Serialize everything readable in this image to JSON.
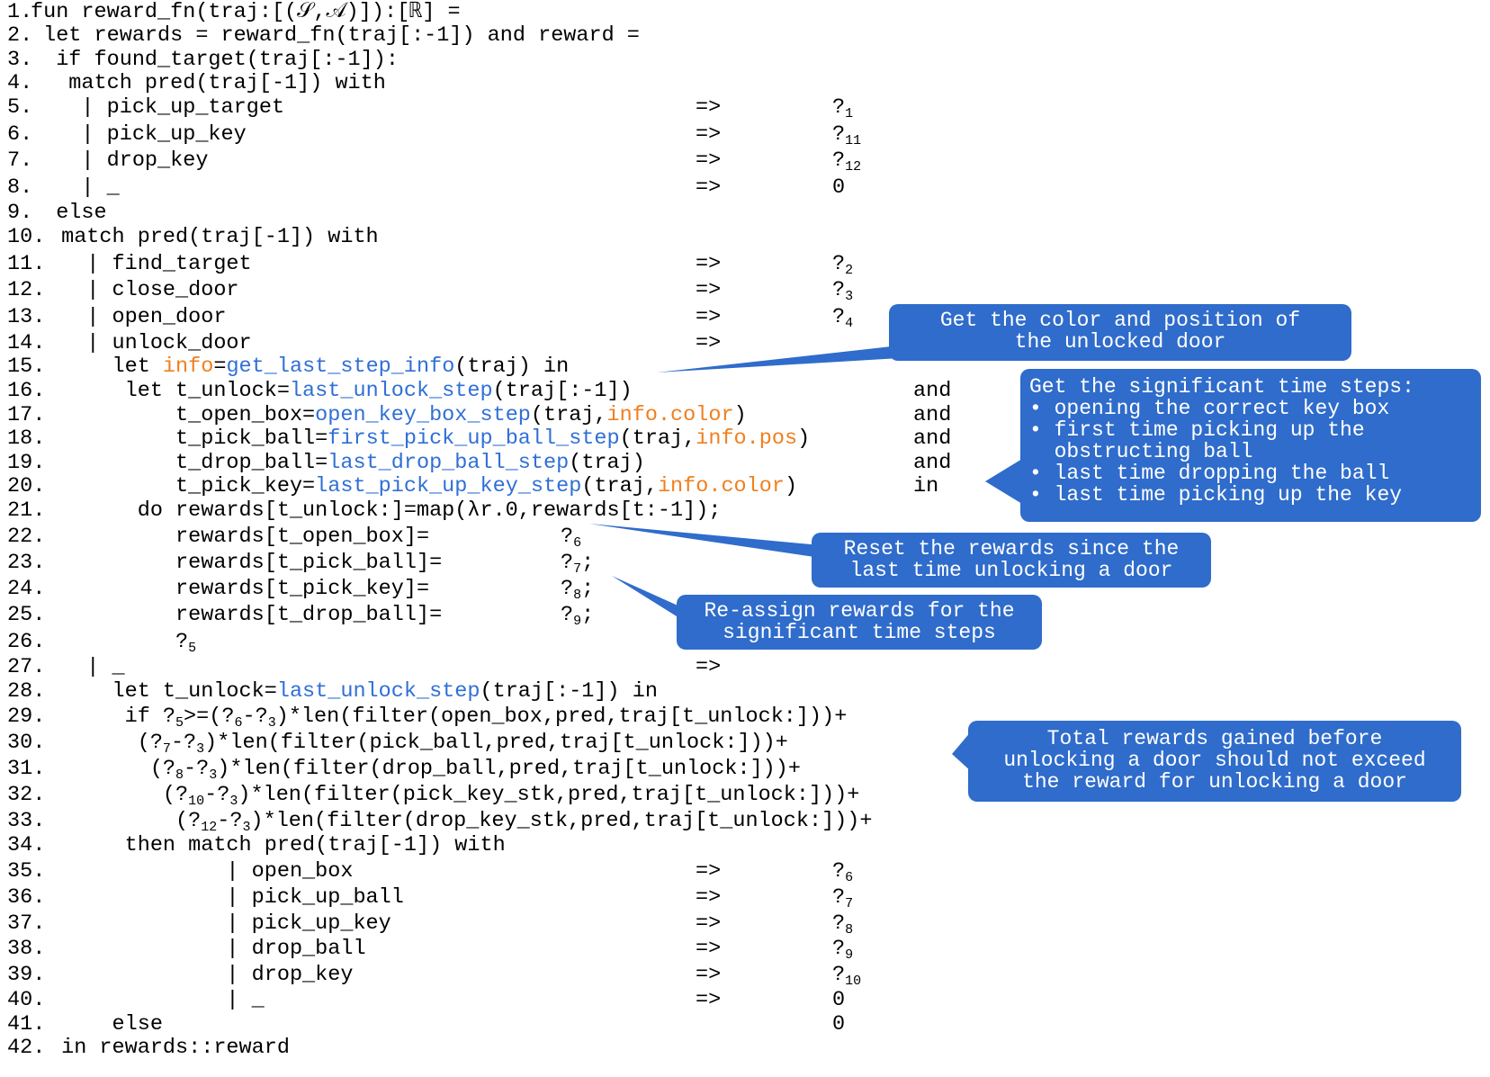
{
  "code_lines": [
    {
      "n": "1.",
      "segs": [
        {
          "t": "fun reward_fn(traj:[(𝒮,𝒜)]):[ℝ] ="
        }
      ]
    },
    {
      "n": "2.",
      "segs": [
        {
          "t": " let rewards = reward_fn(traj[:-1]) and reward ="
        }
      ]
    },
    {
      "n": "3.",
      "segs": [
        {
          "t": "  if found_target(traj[:-1]):"
        }
      ]
    },
    {
      "n": "4.",
      "segs": [
        {
          "t": "   match pred(traj[-1]) with"
        }
      ]
    },
    {
      "n": "5.",
      "segs": [
        {
          "t": "    | pick_up_target"
        }
      ],
      "arrow": "=>",
      "res": {
        "q": "?",
        "sub": "1"
      }
    },
    {
      "n": "6.",
      "segs": [
        {
          "t": "    | pick_up_key"
        }
      ],
      "arrow": "=>",
      "res": {
        "q": "?",
        "sub": "11"
      }
    },
    {
      "n": "7.",
      "segs": [
        {
          "t": "    | drop_key"
        }
      ],
      "arrow": "=>",
      "res": {
        "q": "?",
        "sub": "12"
      }
    },
    {
      "n": "8.",
      "segs": [
        {
          "t": "    | _"
        }
      ],
      "arrow": "=>",
      "res": {
        "q": "0",
        "sub": ""
      }
    },
    {
      "n": "9.",
      "segs": [
        {
          "t": "  else"
        }
      ]
    },
    {
      "n": "10.",
      "segs": [
        {
          "t": " match pred(traj[-1]) with"
        }
      ]
    },
    {
      "n": "11.",
      "segs": [
        {
          "t": "   | find_target"
        }
      ],
      "arrow": "=>",
      "res": {
        "q": "?",
        "sub": "2"
      }
    },
    {
      "n": "12.",
      "segs": [
        {
          "t": "   | close_door"
        }
      ],
      "arrow": "=>",
      "res": {
        "q": "?",
        "sub": "3"
      }
    },
    {
      "n": "13.",
      "segs": [
        {
          "t": "   | open_door"
        }
      ],
      "arrow": "=>",
      "res": {
        "q": "?",
        "sub": "4"
      }
    },
    {
      "n": "14.",
      "segs": [
        {
          "t": "   | unlock_door"
        }
      ],
      "arrow": "=>"
    },
    {
      "n": "15.",
      "segs": [
        {
          "t": "     let "
        },
        {
          "t": "info",
          "c": "or"
        },
        {
          "t": "="
        },
        {
          "t": "get_last_step_info",
          "c": "lb"
        },
        {
          "t": "(traj) in"
        }
      ]
    },
    {
      "n": "16.",
      "segs": [
        {
          "t": "      let t_unlock="
        },
        {
          "t": "last_unlock_step",
          "c": "lb"
        },
        {
          "t": "(traj[:-1])"
        }
      ],
      "tail": "and"
    },
    {
      "n": "17.",
      "segs": [
        {
          "t": "          t_open_box="
        },
        {
          "t": "open_key_box_step",
          "c": "lb"
        },
        {
          "t": "(traj,"
        },
        {
          "t": "info.color",
          "c": "or"
        },
        {
          "t": ")"
        }
      ],
      "tail": "and"
    },
    {
      "n": "18.",
      "segs": [
        {
          "t": "          t_pick_ball="
        },
        {
          "t": "first_pick_up_ball_step",
          "c": "lb"
        },
        {
          "t": "(traj,"
        },
        {
          "t": "info.pos",
          "c": "or"
        },
        {
          "t": ")"
        }
      ],
      "tail": "and"
    },
    {
      "n": "19.",
      "segs": [
        {
          "t": "          t_drop_ball="
        },
        {
          "t": "last_drop_ball_step",
          "c": "lb"
        },
        {
          "t": "(traj)"
        }
      ],
      "tail": "and"
    },
    {
      "n": "20.",
      "segs": [
        {
          "t": "          t_pick_key="
        },
        {
          "t": "last_pick_up_key_step",
          "c": "lb"
        },
        {
          "t": "(traj,"
        },
        {
          "t": "info.color",
          "c": "or"
        },
        {
          "t": ")"
        }
      ],
      "tail": "in"
    },
    {
      "n": "21.",
      "segs": [
        {
          "t": "       do rewards[t_unlock:]=map(λr.0,rewards[t:-1]);"
        }
      ]
    },
    {
      "n": "22.",
      "segs": [
        {
          "t": "          rewards[t_open_box]="
        }
      ],
      "mid": {
        "q": "?",
        "sub": "6",
        "after": ""
      }
    },
    {
      "n": "23.",
      "segs": [
        {
          "t": "          rewards[t_pick_ball]="
        }
      ],
      "mid": {
        "q": "?",
        "sub": "7",
        "after": ";"
      }
    },
    {
      "n": "24.",
      "segs": [
        {
          "t": "          rewards[t_pick_key]="
        }
      ],
      "mid": {
        "q": "?",
        "sub": "8",
        "after": ";"
      }
    },
    {
      "n": "25.",
      "segs": [
        {
          "t": "          rewards[t_drop_ball]="
        }
      ],
      "mid": {
        "q": "?",
        "sub": "9",
        "after": ";"
      }
    },
    {
      "n": "26.",
      "segs": [
        {
          "t": "          ?"
        },
        {
          "t": "5",
          "c": "sub"
        }
      ]
    },
    {
      "n": "27.",
      "segs": [
        {
          "t": "   | _"
        }
      ],
      "arrow": "=>"
    },
    {
      "n": "28.",
      "segs": [
        {
          "t": "     let t_unlock="
        },
        {
          "t": "last_unlock_step",
          "c": "lb"
        },
        {
          "t": "(traj[:-1]) in"
        }
      ]
    },
    {
      "n": "29.",
      "segs": [
        {
          "t": "      if ?"
        },
        {
          "t": "5",
          "c": "sub"
        },
        {
          "t": ">=(?"
        },
        {
          "t": "6",
          "c": "sub"
        },
        {
          "t": "-?"
        },
        {
          "t": "3",
          "c": "sub"
        },
        {
          "t": ")*len(filter(open_box,pred,traj[t_unlock:]))+"
        }
      ]
    },
    {
      "n": "30.",
      "segs": [
        {
          "t": "       (?"
        },
        {
          "t": "7",
          "c": "sub"
        },
        {
          "t": "-?"
        },
        {
          "t": "3",
          "c": "sub"
        },
        {
          "t": ")*len(filter(pick_ball,pred,traj[t_unlock:]))+"
        }
      ]
    },
    {
      "n": "31.",
      "segs": [
        {
          "t": "        (?"
        },
        {
          "t": "8",
          "c": "sub"
        },
        {
          "t": "-?"
        },
        {
          "t": "3",
          "c": "sub"
        },
        {
          "t": ")*len(filter(drop_ball,pred,traj[t_unlock:]))+"
        }
      ]
    },
    {
      "n": "32.",
      "segs": [
        {
          "t": "         (?"
        },
        {
          "t": "10",
          "c": "sub"
        },
        {
          "t": "-?"
        },
        {
          "t": "3",
          "c": "sub"
        },
        {
          "t": ")*len(filter(pick_key_stk,pred,traj[t_unlock:]))+"
        }
      ]
    },
    {
      "n": "33.",
      "segs": [
        {
          "t": "          (?"
        },
        {
          "t": "12",
          "c": "sub"
        },
        {
          "t": "-?"
        },
        {
          "t": "3",
          "c": "sub"
        },
        {
          "t": ")*len(filter(drop_key_stk,pred,traj[t_unlock:]))+"
        }
      ]
    },
    {
      "n": "34.",
      "segs": [
        {
          "t": "      then match pred(traj[-1]) with"
        }
      ]
    },
    {
      "n": "35.",
      "segs": [
        {
          "t": "              | open_box"
        }
      ],
      "arrow": "=>",
      "res": {
        "q": "?",
        "sub": "6"
      }
    },
    {
      "n": "36.",
      "segs": [
        {
          "t": "              | pick_up_ball"
        }
      ],
      "arrow": "=>",
      "res": {
        "q": "?",
        "sub": "7"
      }
    },
    {
      "n": "37.",
      "segs": [
        {
          "t": "              | pick_up_key"
        }
      ],
      "arrow": "=>",
      "res": {
        "q": "?",
        "sub": "8"
      }
    },
    {
      "n": "38.",
      "segs": [
        {
          "t": "              | drop_ball"
        }
      ],
      "arrow": "=>",
      "res": {
        "q": "?",
        "sub": "9"
      }
    },
    {
      "n": "39.",
      "segs": [
        {
          "t": "              | drop_key"
        }
      ],
      "arrow": "=>",
      "res": {
        "q": "?",
        "sub": "10"
      }
    },
    {
      "n": "40.",
      "segs": [
        {
          "t": "              | _"
        }
      ],
      "arrow": "=>",
      "res": {
        "q": "0",
        "sub": ""
      }
    },
    {
      "n": "41.",
      "segs": [
        {
          "t": "     else"
        }
      ],
      "res": {
        "q": "0",
        "sub": ""
      }
    },
    {
      "n": "42.",
      "segs": [
        {
          "t": " in rewards::reward"
        }
      ]
    }
  ],
  "callouts": {
    "door_info": [
      "Get the color and position of",
      "the unlocked door"
    ],
    "time_steps": [
      "Get the significant time steps:",
      "• opening the correct key box",
      "• first time picking up the",
      "  obstructing ball",
      "• last time dropping the ball",
      "• last time picking up the key"
    ],
    "reset": [
      "Reset the rewards since the",
      "last time unlocking a door"
    ],
    "reassign": [
      "Re-assign rewards for the",
      "significant time steps"
    ],
    "total": [
      "Total rewards gained before",
      "unlocking a door should not exceed",
      "the reward for unlocking a door"
    ]
  },
  "colors": {
    "callout_bg": "#2f6ccb",
    "code_blue": "#2f6fd6",
    "code_orange": "#f07f1e"
  }
}
